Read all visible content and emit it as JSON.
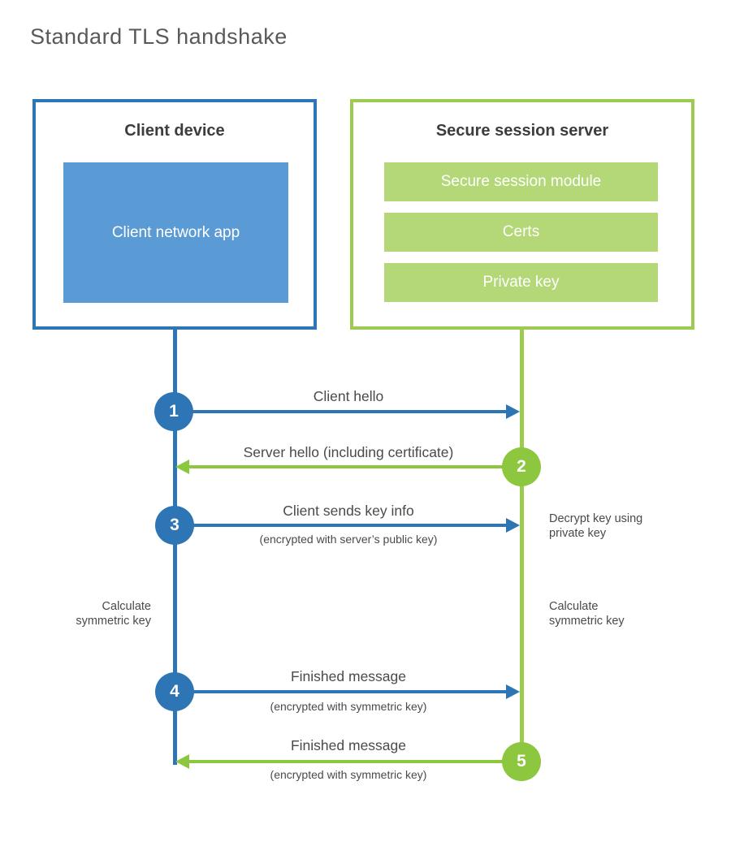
{
  "title": "Standard TLS handshake",
  "colors": {
    "blue_border": "#2e75b6",
    "blue_fill": "#5b9bd5",
    "green_border": "#9dcb4f",
    "green_fill": "#b4d878",
    "green_accent": "#8dc63f",
    "heading_text": "#3d3d3d",
    "label_text": "#4a4a4a",
    "title_text": "#58595b"
  },
  "client": {
    "heading": "Client device",
    "app_label": "Client network app"
  },
  "server": {
    "heading": "Secure session server",
    "modules": [
      "Secure session module",
      "Certs",
      "Private key"
    ]
  },
  "steps": [
    {
      "num": "1",
      "direction": "client-to-server",
      "label": "Client hello",
      "sublabel": ""
    },
    {
      "num": "2",
      "direction": "server-to-client",
      "label": "Server hello (including certificate)",
      "sublabel": ""
    },
    {
      "num": "3",
      "direction": "client-to-server",
      "label": "Client sends key info",
      "sublabel": "(encrypted with server’s public key)"
    },
    {
      "num": "4",
      "direction": "client-to-server",
      "label": "Finished message",
      "sublabel": "(encrypted with symmetric key)"
    },
    {
      "num": "5",
      "direction": "server-to-client",
      "label": "Finished message",
      "sublabel": "(encrypted with symmetric key)"
    }
  ],
  "notes": {
    "decrypt": "Decrypt key using private key",
    "calc_left": "Calculate symmetric key",
    "calc_right": "Calculate symmetric key"
  }
}
